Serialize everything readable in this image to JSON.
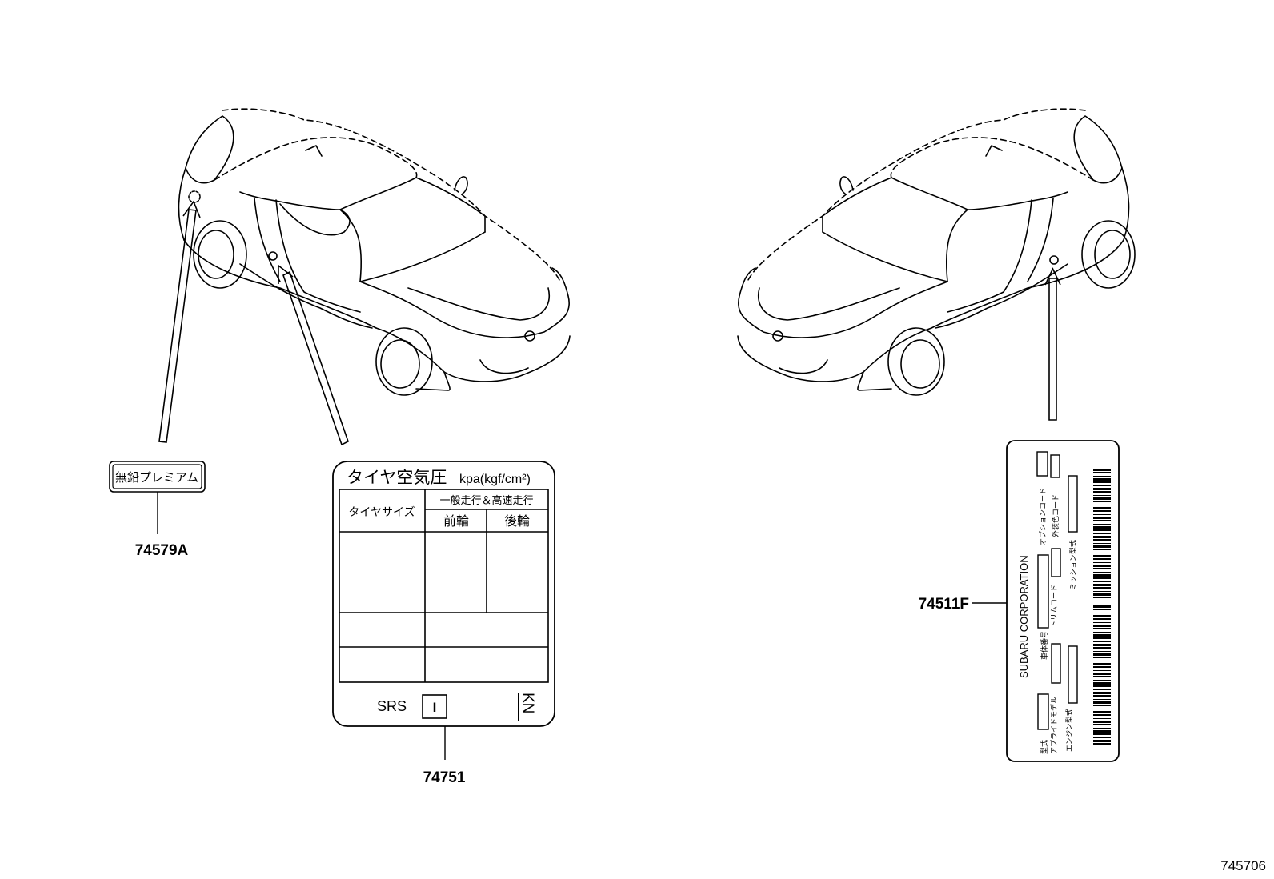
{
  "diagram": {
    "figure_number": "745706",
    "callouts": {
      "fuel_label": "74579A",
      "tire_label": "74751",
      "vin_label": "74511F"
    },
    "fuel_label": {
      "text": "無鉛プレミアム"
    },
    "tire_label": {
      "title": "タイヤ空気圧",
      "unit": "kpa(kgf/cm²)",
      "col_size": "タイヤサイズ",
      "col_group": "一般走行＆高速走行",
      "col_front": "前輪",
      "col_rear": "後輪",
      "srs": "SRS",
      "srs_box": "I",
      "code": "KN"
    },
    "vin_label": {
      "maker": "SUBARU CORPORATION",
      "field_model": "型式",
      "field_applied_model": "アプライドモデル",
      "field_engine": "エンジン型式",
      "field_chassis": "車体番号",
      "field_trim": "トリムコード",
      "field_transmission": "ミッション型式",
      "field_option": "オプションコード",
      "field_color": "外装色コード"
    }
  }
}
